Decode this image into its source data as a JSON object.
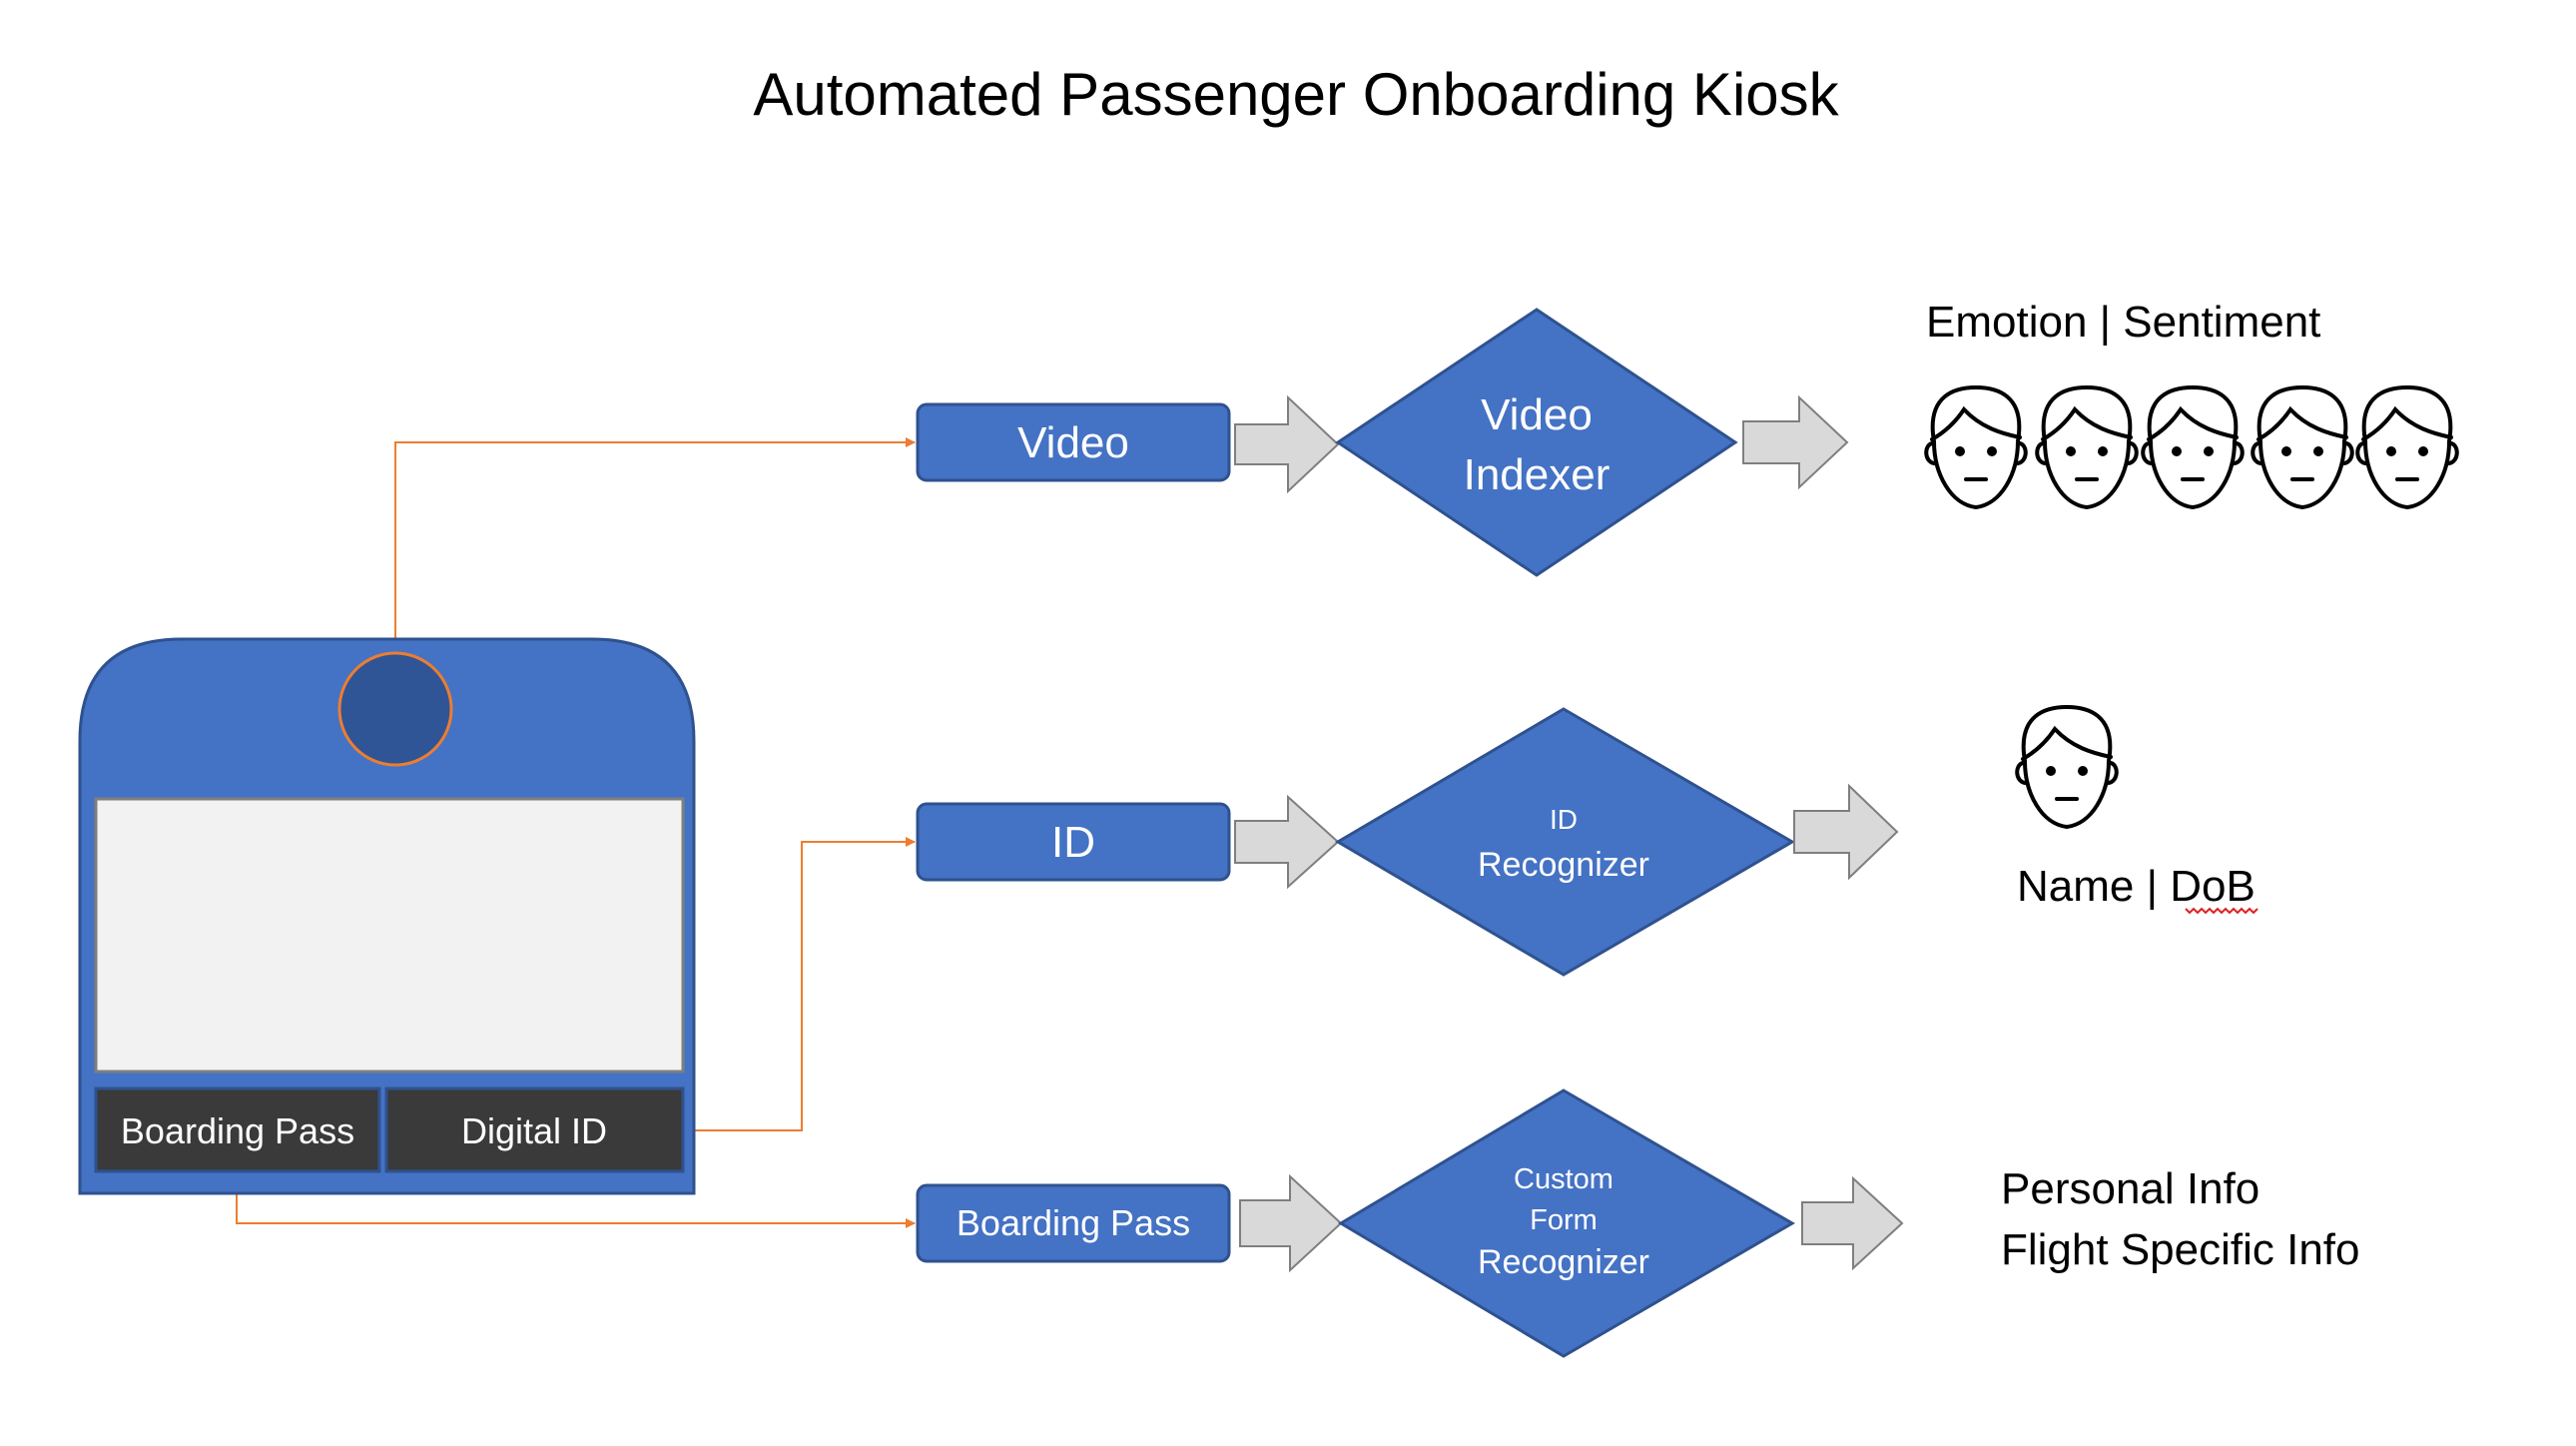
{
  "title": "Automated Passenger Onboarding Kiosk",
  "kiosk": {
    "buttons": [
      "Boarding Pass",
      "Digital ID"
    ]
  },
  "flows": [
    {
      "input": "Video",
      "processor": [
        "Video",
        "Indexer"
      ],
      "output": [
        "Emotion | Sentiment"
      ],
      "face_count": 5
    },
    {
      "input": "ID",
      "processor": [
        "ID",
        "Recognizer"
      ],
      "output": [
        "Name | DoB"
      ],
      "face_count": 1
    },
    {
      "input": "Boarding Pass",
      "processor": [
        "Custom",
        "Form",
        "Recognizer"
      ],
      "output": [
        "Personal Info",
        "Flight Specific Info"
      ],
      "face_count": 0
    }
  ],
  "colors": {
    "box_blue": "#4472C4",
    "box_border": "#2F528F",
    "camera": "#2F5597",
    "connector": "#ED7D31",
    "screen": "#F2F2F2",
    "button_dark": "#3A3A3A",
    "arrow_fill": "#D9D9D9",
    "arrow_stroke": "#7F7F7F"
  },
  "icons": {
    "camera": "camera-lens-icon",
    "face": "face-icon",
    "arrow": "block-arrow-right-icon"
  }
}
